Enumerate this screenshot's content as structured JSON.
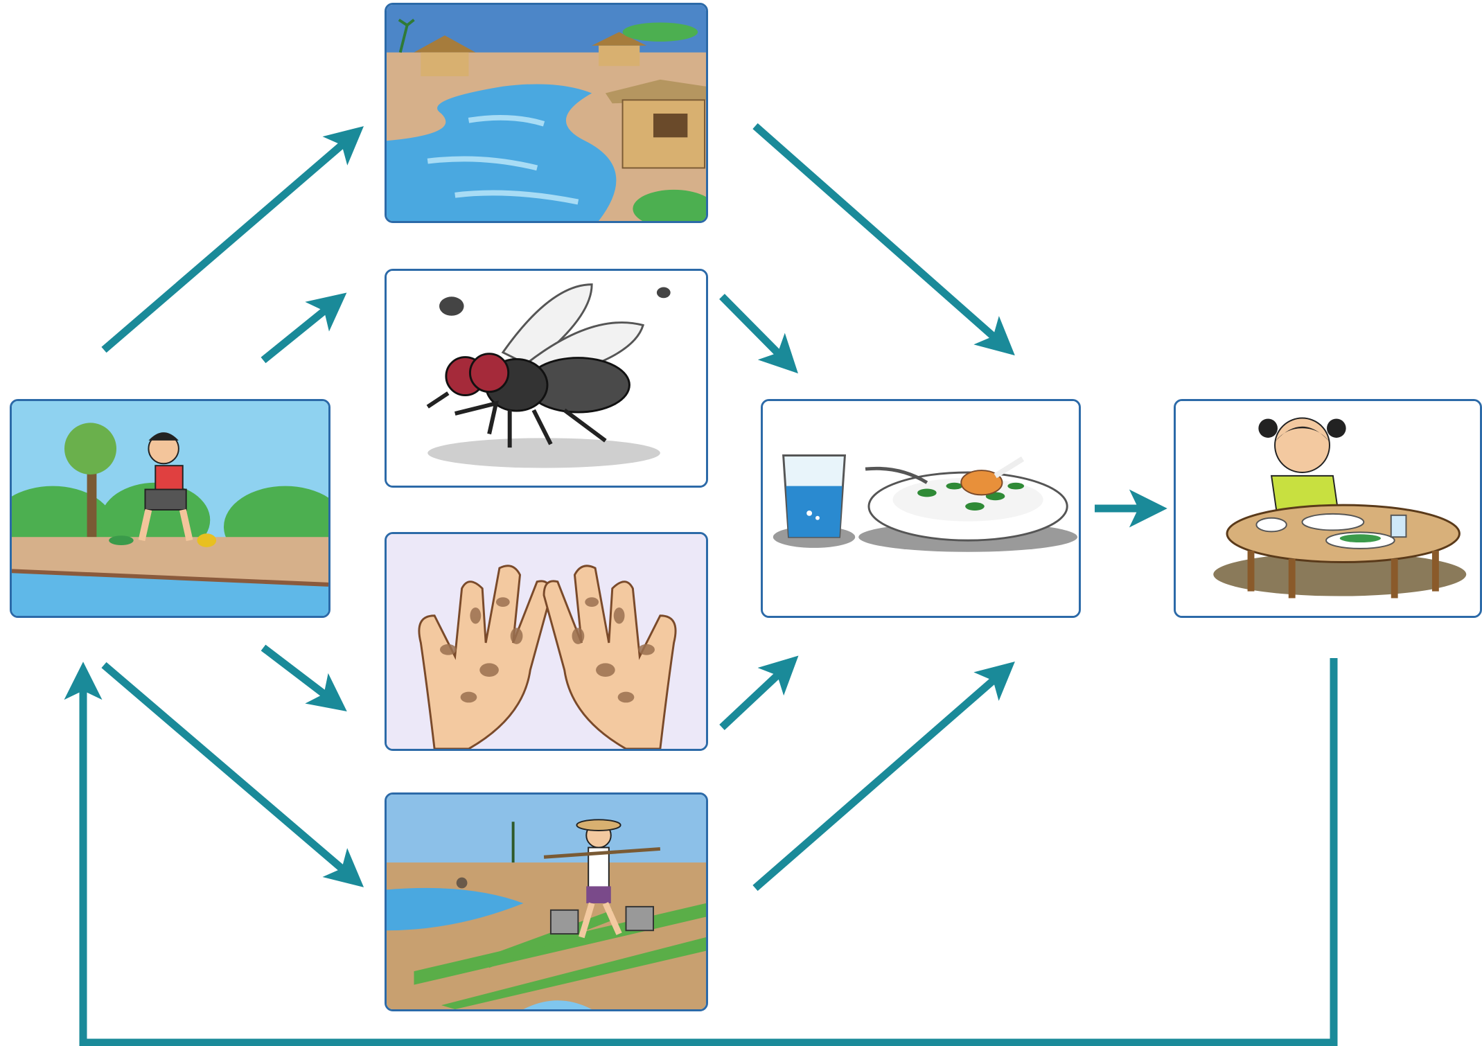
{
  "diagram": {
    "title": "",
    "colors": {
      "arrow": "#1a8a99",
      "panel_border": "#2c6aa8",
      "water": "#5fb8e8",
      "sky": "#8fcff0",
      "soil": "#d6b08a",
      "grass": "#4caf50"
    },
    "nodes": [
      {
        "id": "open-defecation",
        "icon": "person-defecating-by-river"
      },
      {
        "id": "water-source",
        "icon": "river-village"
      },
      {
        "id": "flies",
        "icon": "house-fly"
      },
      {
        "id": "dirty-hands",
        "icon": "dirty-hands"
      },
      {
        "id": "farm-field",
        "icon": "farmer-watering-crops"
      },
      {
        "id": "food-and-water",
        "icon": "glass-of-water-and-plate-of-food"
      },
      {
        "id": "person-eating",
        "icon": "girl-eating-at-table"
      }
    ],
    "edges": [
      {
        "from": "open-defecation",
        "to": "water-source"
      },
      {
        "from": "open-defecation",
        "to": "flies"
      },
      {
        "from": "open-defecation",
        "to": "dirty-hands"
      },
      {
        "from": "open-defecation",
        "to": "farm-field"
      },
      {
        "from": "water-source",
        "to": "food-and-water"
      },
      {
        "from": "flies",
        "to": "food-and-water"
      },
      {
        "from": "dirty-hands",
        "to": "food-and-water"
      },
      {
        "from": "farm-field",
        "to": "food-and-water"
      },
      {
        "from": "food-and-water",
        "to": "person-eating"
      },
      {
        "from": "person-eating",
        "to": "open-defecation"
      }
    ]
  }
}
